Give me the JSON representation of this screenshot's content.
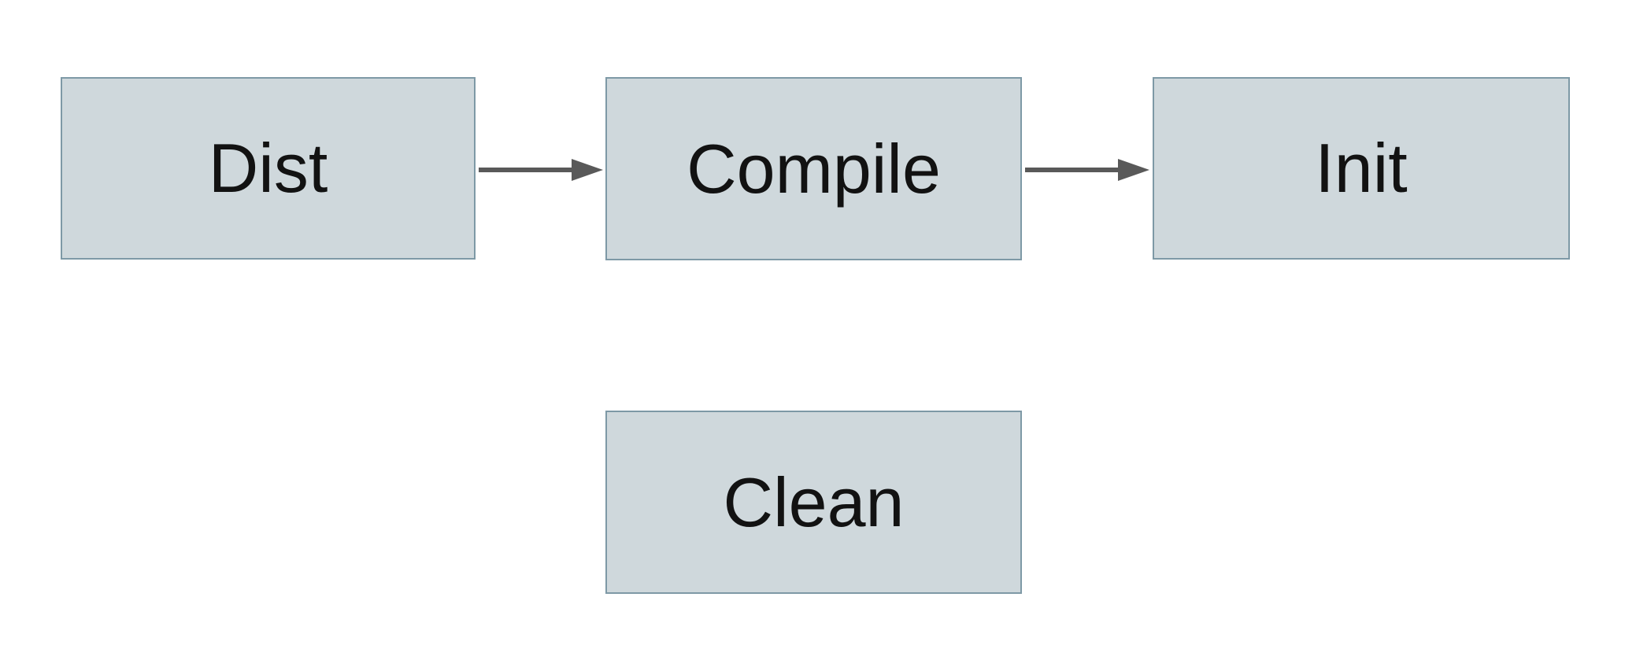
{
  "diagram": {
    "title": "build-targets-flow",
    "nodes": {
      "dist": {
        "label": "Dist"
      },
      "compile": {
        "label": "Compile"
      },
      "init": {
        "label": "Init"
      },
      "clean": {
        "label": "Clean"
      }
    },
    "edges": [
      {
        "from": "Dist",
        "to": "Compile"
      },
      {
        "from": "Compile",
        "to": "Init"
      }
    ],
    "colors": {
      "background": "#ffffff",
      "node_fill": "#cfd8dc",
      "node_border": "#7e99a6",
      "node_text": "#121212",
      "arrow": "#595959"
    }
  }
}
